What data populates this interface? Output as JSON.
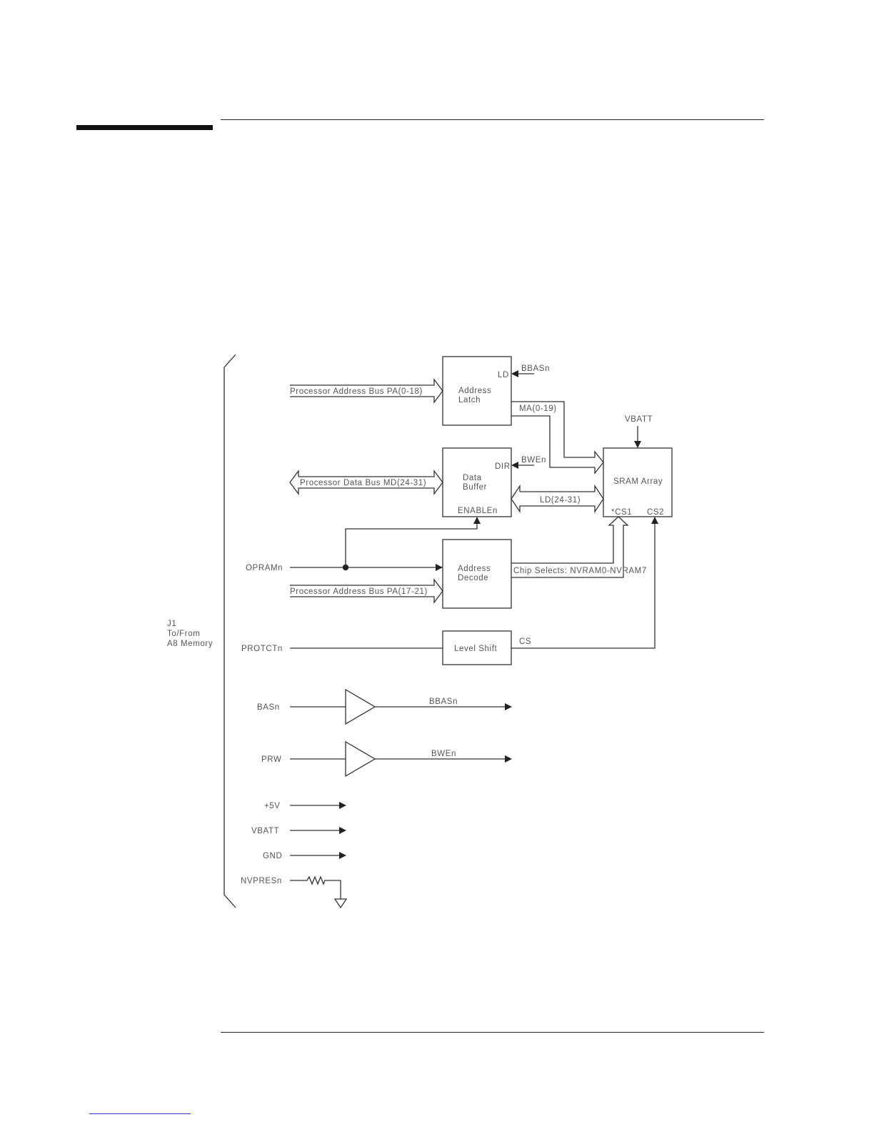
{
  "diagram": {
    "connector": {
      "name_lines": [
        "J1",
        "To/From",
        "A8 Memory"
      ]
    },
    "blocks": {
      "address_latch": {
        "lines": [
          "Address",
          "Latch"
        ],
        "pin_ld": "LD"
      },
      "data_buffer": {
        "lines": [
          "Data",
          "Buffer"
        ],
        "pin_dir": "DIR",
        "pin_enable": "ENABLEn"
      },
      "address_decode": {
        "lines": [
          "Address",
          "Decode"
        ]
      },
      "level_shift": {
        "label": "Level Shift"
      },
      "sram_array": {
        "label": "SRAM Array",
        "pin_cs1": "*CS1",
        "pin_cs2": "CS2"
      }
    },
    "signals": {
      "opramn": "OPRAMn",
      "protctn": "PROTCTn",
      "basn": "BASn",
      "prw": "PRW",
      "plus5v": "+5V",
      "vbatt": "VBATT",
      "gnd": "GND",
      "nvpresn": "NVPRESn"
    },
    "buses": {
      "pa_0_18": "Processor Address Bus PA(0-18)",
      "md_24_31": "Processor Data Bus MD(24-31)",
      "pa_17_21": "Processor Address Bus PA(17-21)",
      "ma_0_19": "MA(0-19)",
      "ld_24_31": "LD(24-31)",
      "chip_selects": "Chip Selects: NVRAM0-NVRAM7"
    },
    "net_labels": {
      "bbasn_in": "BBASn",
      "bwen_in": "BWEn",
      "vbatt_sram": "VBATT",
      "cs_level": "CS",
      "bbasn_out": "BBASn",
      "bwen_out": "BWEn"
    }
  }
}
